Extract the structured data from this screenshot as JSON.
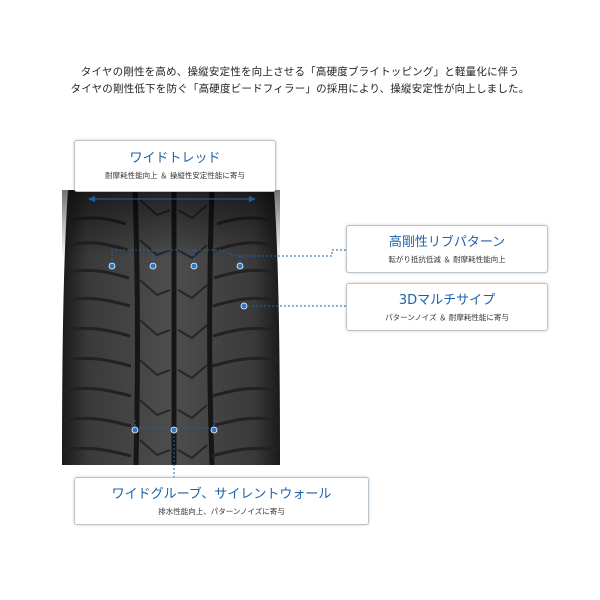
{
  "intro": {
    "line1": "タイヤの剛性を高め、操縦安定性を向上させる「高硬度ブライトッピング」と軽量化に伴う",
    "line2": "タイヤの剛性低下を防ぐ「高硬度ビードフィラー」の採用により、操縦安定性が向上しました。"
  },
  "callouts": {
    "wide_tread": {
      "title": "ワイドトレッド",
      "desc": "耐摩耗性能向上 ＆ 操縦性安定性能に寄与"
    },
    "rib_pattern": {
      "title": "高剛性リブパターン",
      "desc": "転がり抵抗低減 ＆ 耐摩耗性能向上"
    },
    "sipe_3d": {
      "title": "3Dマルチサイプ",
      "desc": "パターンノイズ ＆ 耐摩耗性能に寄与"
    },
    "wide_groove": {
      "title": "ワイドグルーブ、サイレントウォール",
      "desc": "排水性能向上、パターンノイズに寄与"
    }
  },
  "colors": {
    "accent": "#1d62a9",
    "tire_dark": "#2b2b2b",
    "tire_mid": "#4a4a4a",
    "border": "#b9c3cc"
  }
}
